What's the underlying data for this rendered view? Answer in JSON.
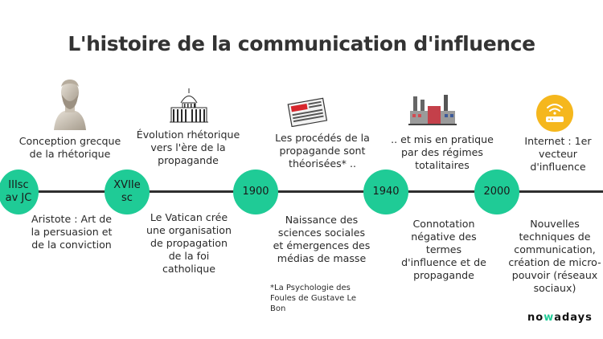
{
  "title": "L'histoire de la communication d'influence",
  "events": [
    {
      "date": "IIIsc av JC",
      "above": "Conception grecque de la rhétorique",
      "below": "Aristote : Art de la persuasion et de la conviction",
      "icon": "aristotle-bust-icon"
    },
    {
      "date": "XVIIe sc",
      "above": "Évolution rhétorique vers l'ère de la propagande",
      "below": "Le Vatican crée une organisation de propagation de la foi catholique",
      "icon": "vatican-basilica-icon"
    },
    {
      "date": "1900",
      "above": "Les procédés de la propagande sont théorisées* ..",
      "below": "Naissance des sciences sociales et émergences des médias de masse",
      "icon": "newspaper-icon"
    },
    {
      "date": "1940",
      "above": ".. et mis en pratique par des régimes totalitaires",
      "below": "Connotation négative des termes d'influence et de propagande",
      "icon": "factory-icon"
    },
    {
      "date": "2000",
      "above": "Internet : 1er vecteur d'influence",
      "below": "Nouvelles techniques de communication, création de micro-pouvoir (réseaux sociaux)",
      "icon": "wifi-router-icon"
    }
  ],
  "footnote": "*La Psychologie des Foules de Gustave Le Bon",
  "logo": {
    "before": "no",
    "accent": "w",
    "after": "adays"
  },
  "colors": {
    "node": "#1fcb96",
    "line": "#2f2f2f",
    "text": "#2a2a2a"
  }
}
